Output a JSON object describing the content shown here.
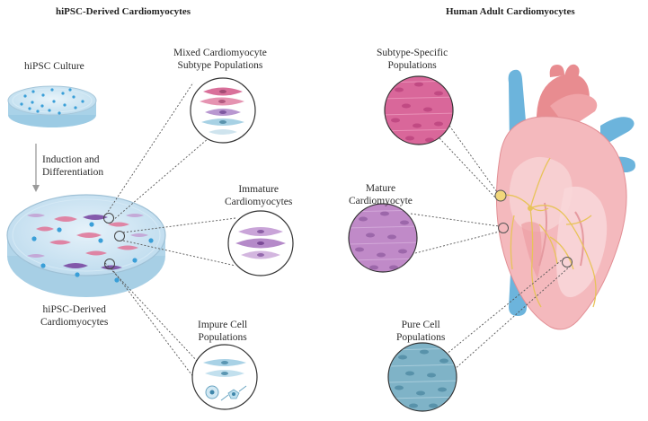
{
  "headers": {
    "left": "hiPSC-Derived Cardiomyocytes",
    "right": "Human Adult Cardiomyocytes"
  },
  "labels": {
    "culture": "hiPSC Culture",
    "induction_1": "Induction and",
    "induction_2": "Differentiation",
    "derived_1": "hiPSC-Derived",
    "derived_2": "Cardiomyocytes",
    "mixed_1": "Mixed Cardiomyocyte",
    "mixed_2": "Subtype Populations",
    "immature_1": "Immature",
    "immature_2": "Cardiomyocytes",
    "impure_1": "Impure Cell",
    "impure_2": "Populations",
    "subtype_1": "Subtype-Specific",
    "subtype_2": "Populations",
    "mature_1": "Mature",
    "mature_2": "Cardiomyocyte",
    "pure_1": "Pure Cell",
    "pure_2": "Populations"
  },
  "colors": {
    "dish_blue": "#cfe6f2",
    "dot_blue": "#3a9fd8",
    "cell_pink": "#e07a9c",
    "cell_purple": "#8a5bb0",
    "cell_lilac": "#c8a4d6",
    "tissue_pink": "#d9679a",
    "tissue_violet": "#b77bc0",
    "tissue_teal": "#6fa8bf",
    "heart_pink": "#f3b3b8",
    "heart_red": "#e88c90",
    "vessel_blue": "#6cb4dc",
    "conduction": "#e8c35a"
  }
}
